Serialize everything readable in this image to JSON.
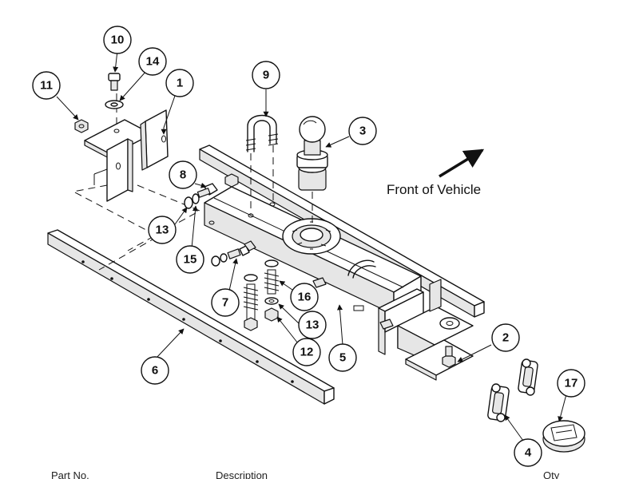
{
  "callouts": [
    {
      "num": "1"
    },
    {
      "num": "2"
    },
    {
      "num": "3"
    },
    {
      "num": "4"
    },
    {
      "num": "5"
    },
    {
      "num": "6"
    },
    {
      "num": "7"
    },
    {
      "num": "8"
    },
    {
      "num": "9"
    },
    {
      "num": "10"
    },
    {
      "num": "11"
    },
    {
      "num": "12"
    },
    {
      "num": "13"
    },
    {
      "num": "13"
    },
    {
      "num": "14"
    },
    {
      "num": "15"
    },
    {
      "num": "16"
    },
    {
      "num": "17"
    }
  ],
  "front_label": "Front of Vehicle",
  "footer": {
    "col1": "Part No.",
    "col2": "Description",
    "col3": "Qty"
  }
}
